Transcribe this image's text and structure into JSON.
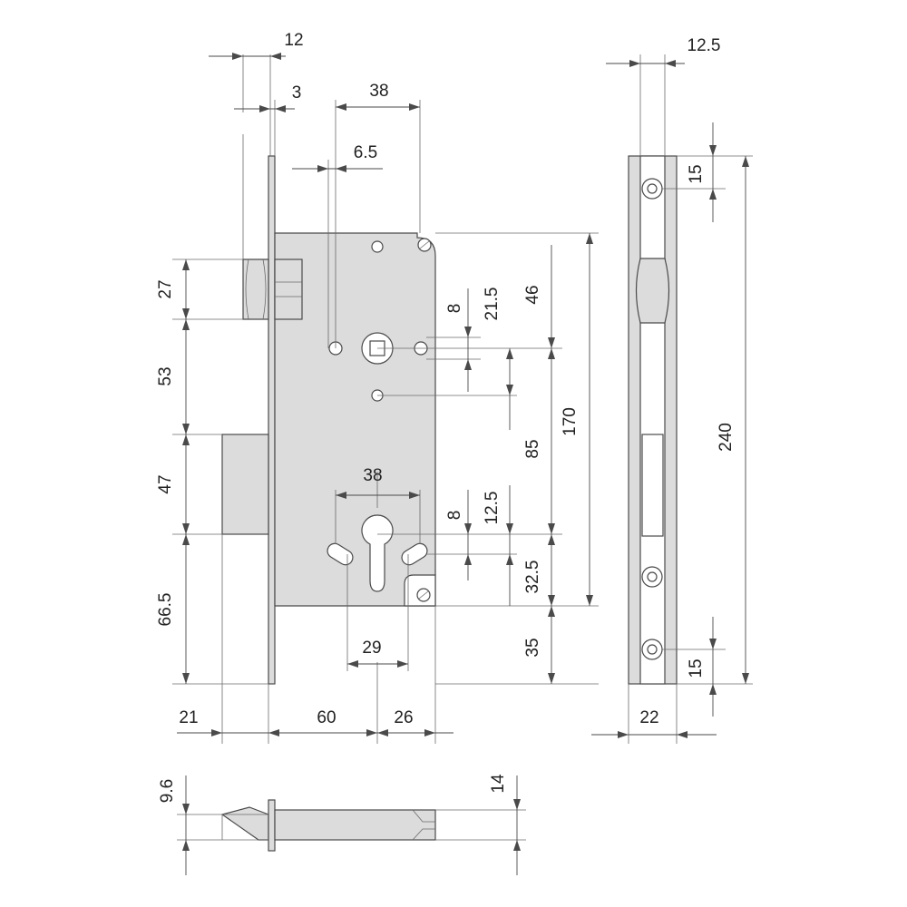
{
  "dimensions": {
    "bolt_width": "12",
    "faceplate_thickness": "3",
    "spindle_to_side": "38",
    "hole_offset": "6.5",
    "latch_height": "27",
    "latch_to_bolt": "53",
    "bolt_height": "47",
    "bolt_to_bottom": "66.5",
    "bolt_throw": "21",
    "backset": "60",
    "case_depth_front": "26",
    "upper_spacing": "38",
    "lower_spacing": "29",
    "gap_upper": "8",
    "upper_hole_offset": "21.5",
    "top_to_spindle": "46",
    "case_height": "170",
    "centre_distance": "85",
    "gap_lower": "8",
    "cylinder_offset": "12.5",
    "cylinder_to_bottom": "32.5",
    "bottom_margin": "35",
    "plate_width_top": "12.5",
    "plate_top_hole": "15",
    "plate_height": "240",
    "plate_bottom_hole": "15",
    "plate_width": "22",
    "latch_thickness": "9.6",
    "case_thickness": "14"
  }
}
